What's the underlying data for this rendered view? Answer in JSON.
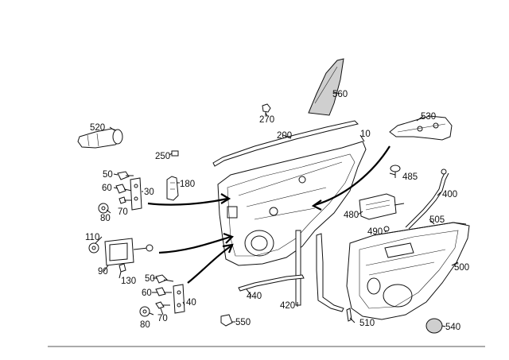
{
  "labels": {
    "p10": "10",
    "p30": "30",
    "p40": "40",
    "p50a": "50",
    "p50b": "50",
    "p60a": "60",
    "p60b": "60",
    "p70a": "70",
    "p70b": "70",
    "p80a": "80",
    "p80b": "80",
    "p90": "90",
    "p110": "110",
    "p130": "130",
    "p180": "180",
    "p200": "200",
    "p250": "250",
    "p270": "270",
    "p400": "400",
    "p420": "420",
    "p440": "440",
    "p480": "480",
    "p485": "485",
    "p490": "490",
    "p500": "500",
    "p505": "505",
    "p510": "510",
    "p520": "520",
    "p530": "530",
    "p540": "540",
    "p550": "550",
    "p560": "560"
  }
}
